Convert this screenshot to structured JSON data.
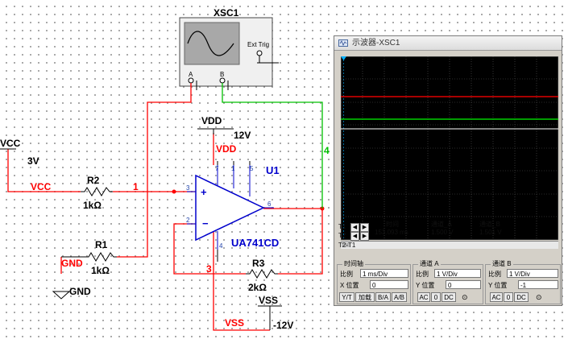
{
  "scope_instrument": {
    "label": "XSC1",
    "ext_trig": "Ext Trig",
    "channel_a": "A",
    "channel_b": "B"
  },
  "components": {
    "vcc_source": {
      "name": "VCC",
      "value": "3V",
      "net": "VCC"
    },
    "r2": {
      "name": "R2",
      "value": "1kΩ"
    },
    "r1": {
      "name": "R1",
      "value": "1kΩ"
    },
    "r3": {
      "name": "R3",
      "value": "2kΩ"
    },
    "gnd": {
      "name": "GND",
      "net": "GND"
    },
    "vdd": {
      "name": "VDD",
      "value": "12V",
      "net": "VDD"
    },
    "vss": {
      "name": "VSS",
      "value": "-12V",
      "net": "VSS"
    },
    "opamp": {
      "ref": "U1",
      "part": "UA741CD",
      "pins": [
        "7",
        "1",
        "5",
        "3",
        "2",
        "4",
        "6"
      ]
    },
    "nodes": [
      "1",
      "3",
      "4"
    ]
  },
  "oscilloscope_window": {
    "title": "示波器-XSC1",
    "readout": {
      "rows": [
        "T1",
        "T2",
        "T2-T1"
      ],
      "headers": {
        "time": "时间",
        "channel_a": "通道_A",
        "channel_b": "通道_B"
      },
      "t1": {
        "time": "153.093 ms",
        "channel_a": "1.500 V",
        "channel_b": "1.501 V"
      }
    },
    "timebase": {
      "title": "时间轴",
      "scale_label": "比例",
      "scale": "1 ms/Div",
      "pos_label": "X 位置",
      "pos": "0",
      "buttons": [
        "Y/T",
        "加载",
        "B/A",
        "A/B"
      ]
    },
    "channel_a": {
      "title": "通道 A",
      "scale_label": "比例",
      "scale": "1 V/Div",
      "pos_label": "Y 位置",
      "pos": "0",
      "buttons": [
        "AC",
        "0",
        "DC"
      ]
    },
    "channel_b": {
      "title": "通道 B",
      "scale_label": "比例",
      "scale": "1 V/Div",
      "pos_label": "Y 位置",
      "pos": "-1",
      "buttons": [
        "AC",
        "0",
        "DC"
      ]
    },
    "trace_colors": {
      "channel_a": "#e00000",
      "channel_b": "#00d000",
      "ground": "#ffffff"
    }
  },
  "colors": {
    "wire_red": "#ff0000",
    "wire_green": "#00c000",
    "label_red": "#ff0000",
    "label_blue": "#0000cc"
  }
}
